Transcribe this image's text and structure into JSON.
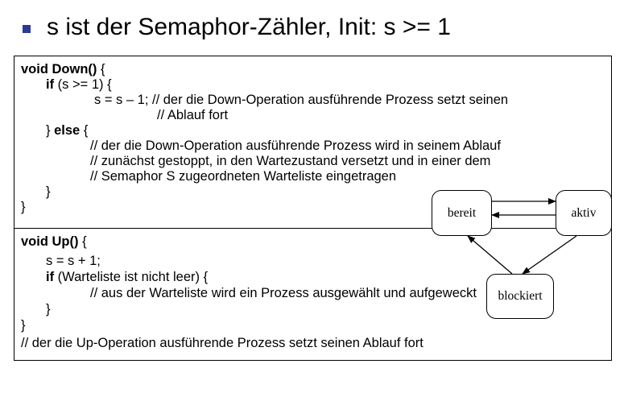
{
  "heading": {
    "text": "s ist der Semaphor-Zähler, Init: s >= 1"
  },
  "down_block": {
    "signature_kw": "void Down()",
    "signature_brace": " {",
    "if_kw": "if",
    "if_cond": " (s >= 1) {",
    "assign": "s = s – 1;  // der die Down-Operation ausführende Prozess setzt seinen",
    "assign_cont": "// Ablauf fort",
    "else_open": "} ",
    "else_kw": "else",
    "else_brace": " {",
    "comment1": "// der die Down-Operation ausführende Prozess wird in seinem Ablauf",
    "comment2": "// zunächst gestoppt, in den Wartezustand versetzt und in einer dem",
    "comment3": "// Semaphor S zugeordneten Warteliste eingetragen",
    "close_inner": "}",
    "close_outer": "}"
  },
  "up_block": {
    "signature_kw": "void Up()",
    "signature_brace": " {",
    "assign": "s = s + 1;",
    "if_kw": "if",
    "if_cond": " (Warteliste ist nicht leer) {",
    "comment": "// aus der Warteliste wird ein Prozess ausgewählt und aufgeweckt",
    "close_inner": "}",
    "close_outer": "}",
    "trailer": "// der die Up-Operation ausführende Prozess setzt seinen Ablauf fort"
  },
  "state_diagram": {
    "states": [
      "bereit",
      "aktiv",
      "blockiert"
    ],
    "edges": [
      {
        "from": "bereit",
        "to": "aktiv"
      },
      {
        "from": "aktiv",
        "to": "bereit"
      },
      {
        "from": "aktiv",
        "to": "blockiert"
      },
      {
        "from": "blockiert",
        "to": "bereit"
      }
    ]
  },
  "colors": {
    "bullet": "#2b3a9a",
    "text": "#000000",
    "border": "#000000"
  }
}
